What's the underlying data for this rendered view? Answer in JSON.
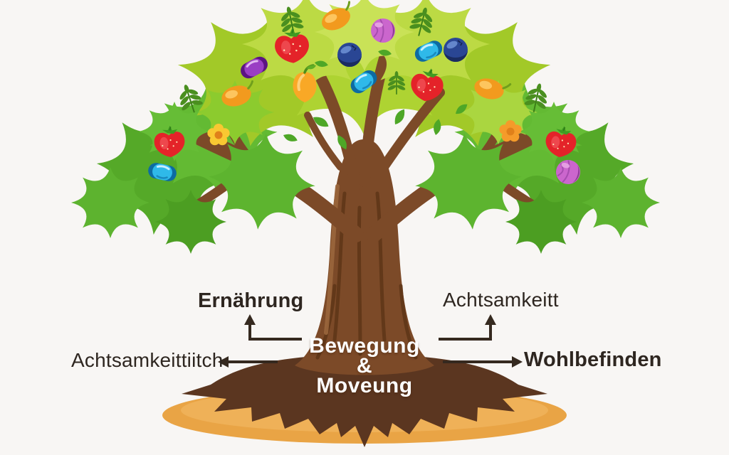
{
  "diagram": {
    "type": "labeled-tree-illustration",
    "labels": {
      "ernaehrung": "Ernährung",
      "achtsamkeit_top": "Achtsamkeitt",
      "achtsamkeit_left": "Achtsamkeittiitch",
      "wohlbefinden": "Wohlbefinden"
    },
    "center": {
      "line1": "Bewegung",
      "line2": "&",
      "line3": "Moveung"
    },
    "arrows": [
      {
        "target": "ernaehrung",
        "direction": "up"
      },
      {
        "target": "achtsamkeit_top",
        "direction": "up"
      },
      {
        "target": "achtsamkeit_left",
        "direction": "left"
      },
      {
        "target": "wohlbefinden",
        "direction": "right"
      }
    ],
    "icons": [
      "strawberry-icon",
      "blueberry-icon",
      "orange-fruit-icon",
      "mango-icon",
      "blue-candy-icon",
      "purple-candy-icon",
      "plum-icon",
      "yellow-flower-icon",
      "orange-flower-icon",
      "fern-leaf-icon",
      "leaf-icon"
    ],
    "colors": {
      "background": "#f8f6f4",
      "canopy_light": "#c9e257",
      "canopy": "#a9d032",
      "leaf_green": "#5cb42f",
      "trunk": "#7c4a28",
      "roots": "#5b3620",
      "soil": "#e9a445",
      "label_text": "#2e2620",
      "center_text": "#ffffff",
      "arrow": "#35291f"
    }
  }
}
